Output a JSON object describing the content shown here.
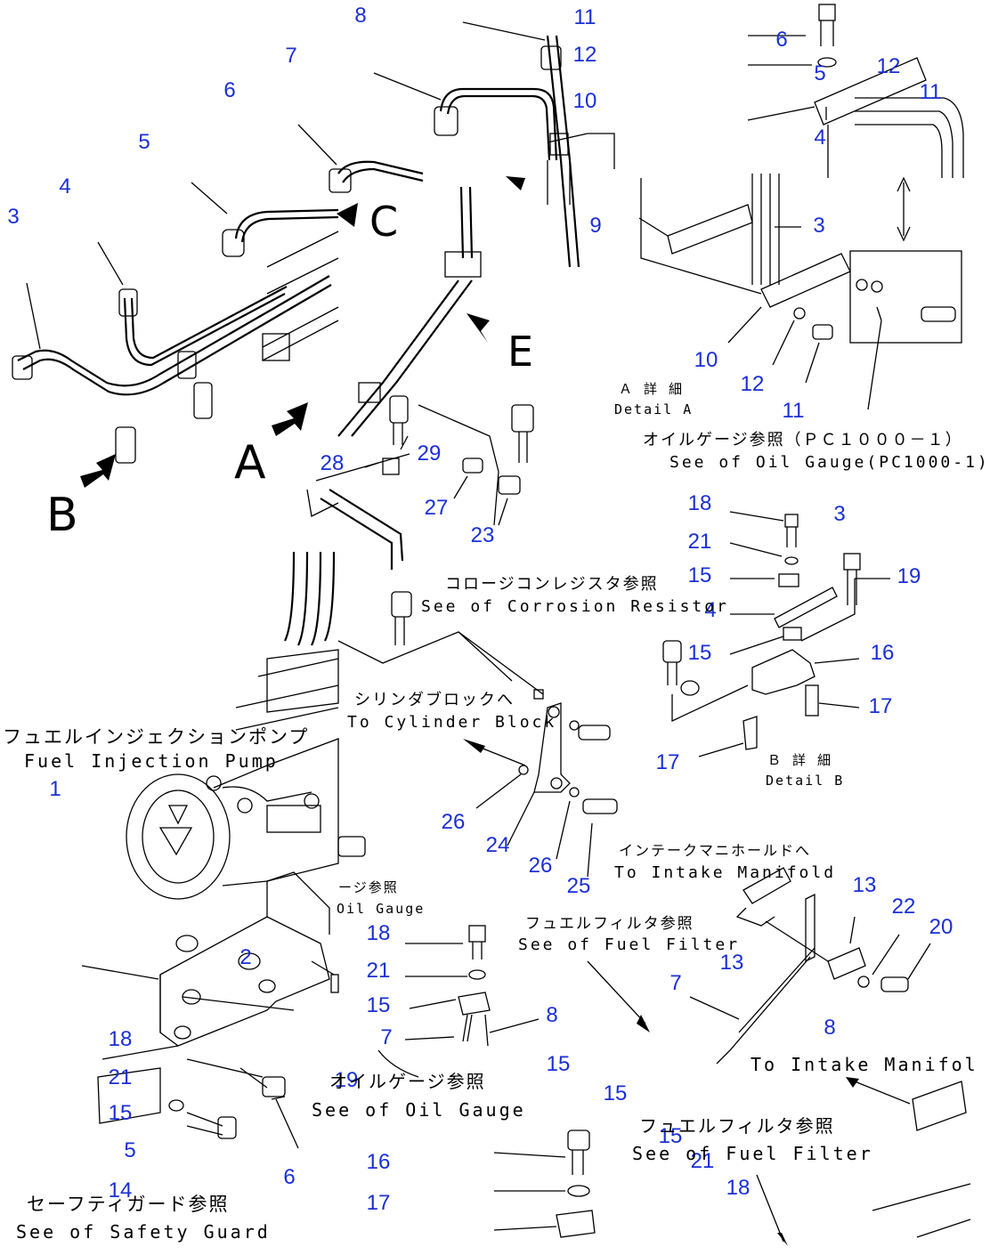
{
  "callouts": [
    "8",
    "11",
    "12",
    "10",
    "7",
    "6",
    "5",
    "4",
    "3",
    "6",
    "5",
    "12",
    "11",
    "4",
    "9",
    "3",
    "10",
    "12",
    "11",
    "28",
    "29",
    "27",
    "23",
    "18",
    "21",
    "3",
    "15",
    "19",
    "4",
    "15",
    "16",
    "17",
    "17",
    "1",
    "26",
    "24",
    "26",
    "25",
    "2",
    "18",
    "21",
    "15",
    "7",
    "8",
    "15",
    "15",
    "13",
    "22",
    "20",
    "13",
    "7",
    "8",
    "18",
    "21",
    "15",
    "5",
    "14",
    "6",
    "19",
    "16",
    "17",
    "15",
    "21",
    "18"
  ],
  "letters": {
    "A": "A",
    "B": "B",
    "C": "C",
    "E": "E"
  },
  "labels": {
    "detail_a_jp": "Ａ 詳 細",
    "detail_a_en": "Detail A",
    "oil_gauge_pc_jp": "オイルゲージ参照（ＰＣ１０００－１）",
    "oil_gauge_pc_en": "See of Oil Gauge(PC1000-1)",
    "corrosion_jp": "コロージコンレジスタ参照",
    "corrosion_en": "See of Corrosion Resistor",
    "cylinder_jp": "シリンダブロックへ",
    "cylinder_en": "To Cylinder Block",
    "fip_jp": "フュエルインジェクションポンプ",
    "fip_en": "Fuel Injection Pump",
    "detail_b_jp": "Ｂ 詳 細",
    "detail_b_en": "Detail B",
    "intake1_jp": "インテークマニホールドへ",
    "intake1_en": "To Intake Manifold",
    "oil_gauge_small_jp": "ージ参照",
    "oil_gauge_small_en": "Oil Gauge",
    "fuel_filter1_jp": "フュエルフィルタ参照",
    "fuel_filter1_en": "See of Fuel Filter",
    "oil_gauge2_jp": "オイルゲージ参照",
    "oil_gauge2_en": "See of Oil Gauge",
    "intake2_en": "To Intake Manifol",
    "fuel_filter2_jp": "フュエルフィルタ参照",
    "fuel_filter2_en": "See of Fuel Filter",
    "safety_jp": "セーフティガード参照",
    "safety_en": "See of Safety Guard"
  },
  "colors": {
    "callout": "#1a2fd6",
    "linework": "#000000",
    "background": "#ffffff"
  }
}
